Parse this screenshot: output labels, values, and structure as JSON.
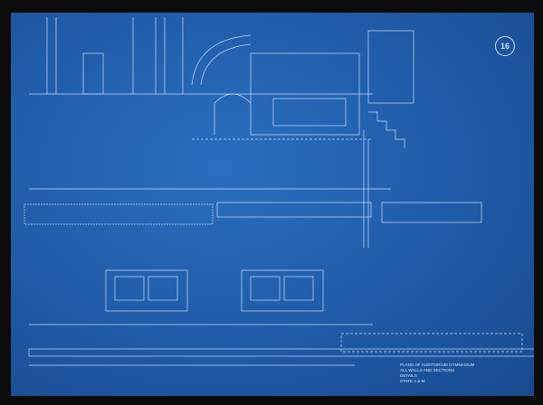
{
  "sheet": {
    "number": "16",
    "title_lines": [
      "PLANS OF AUDITORIUM GYMNASIUM",
      "ALL WALLS AND SECTIONS",
      "DETAILS",
      "STATE A & M"
    ]
  },
  "colors": {
    "paper": "#1f5fae",
    "ink": "#cfe0f7",
    "border": "#0b0b0b"
  }
}
